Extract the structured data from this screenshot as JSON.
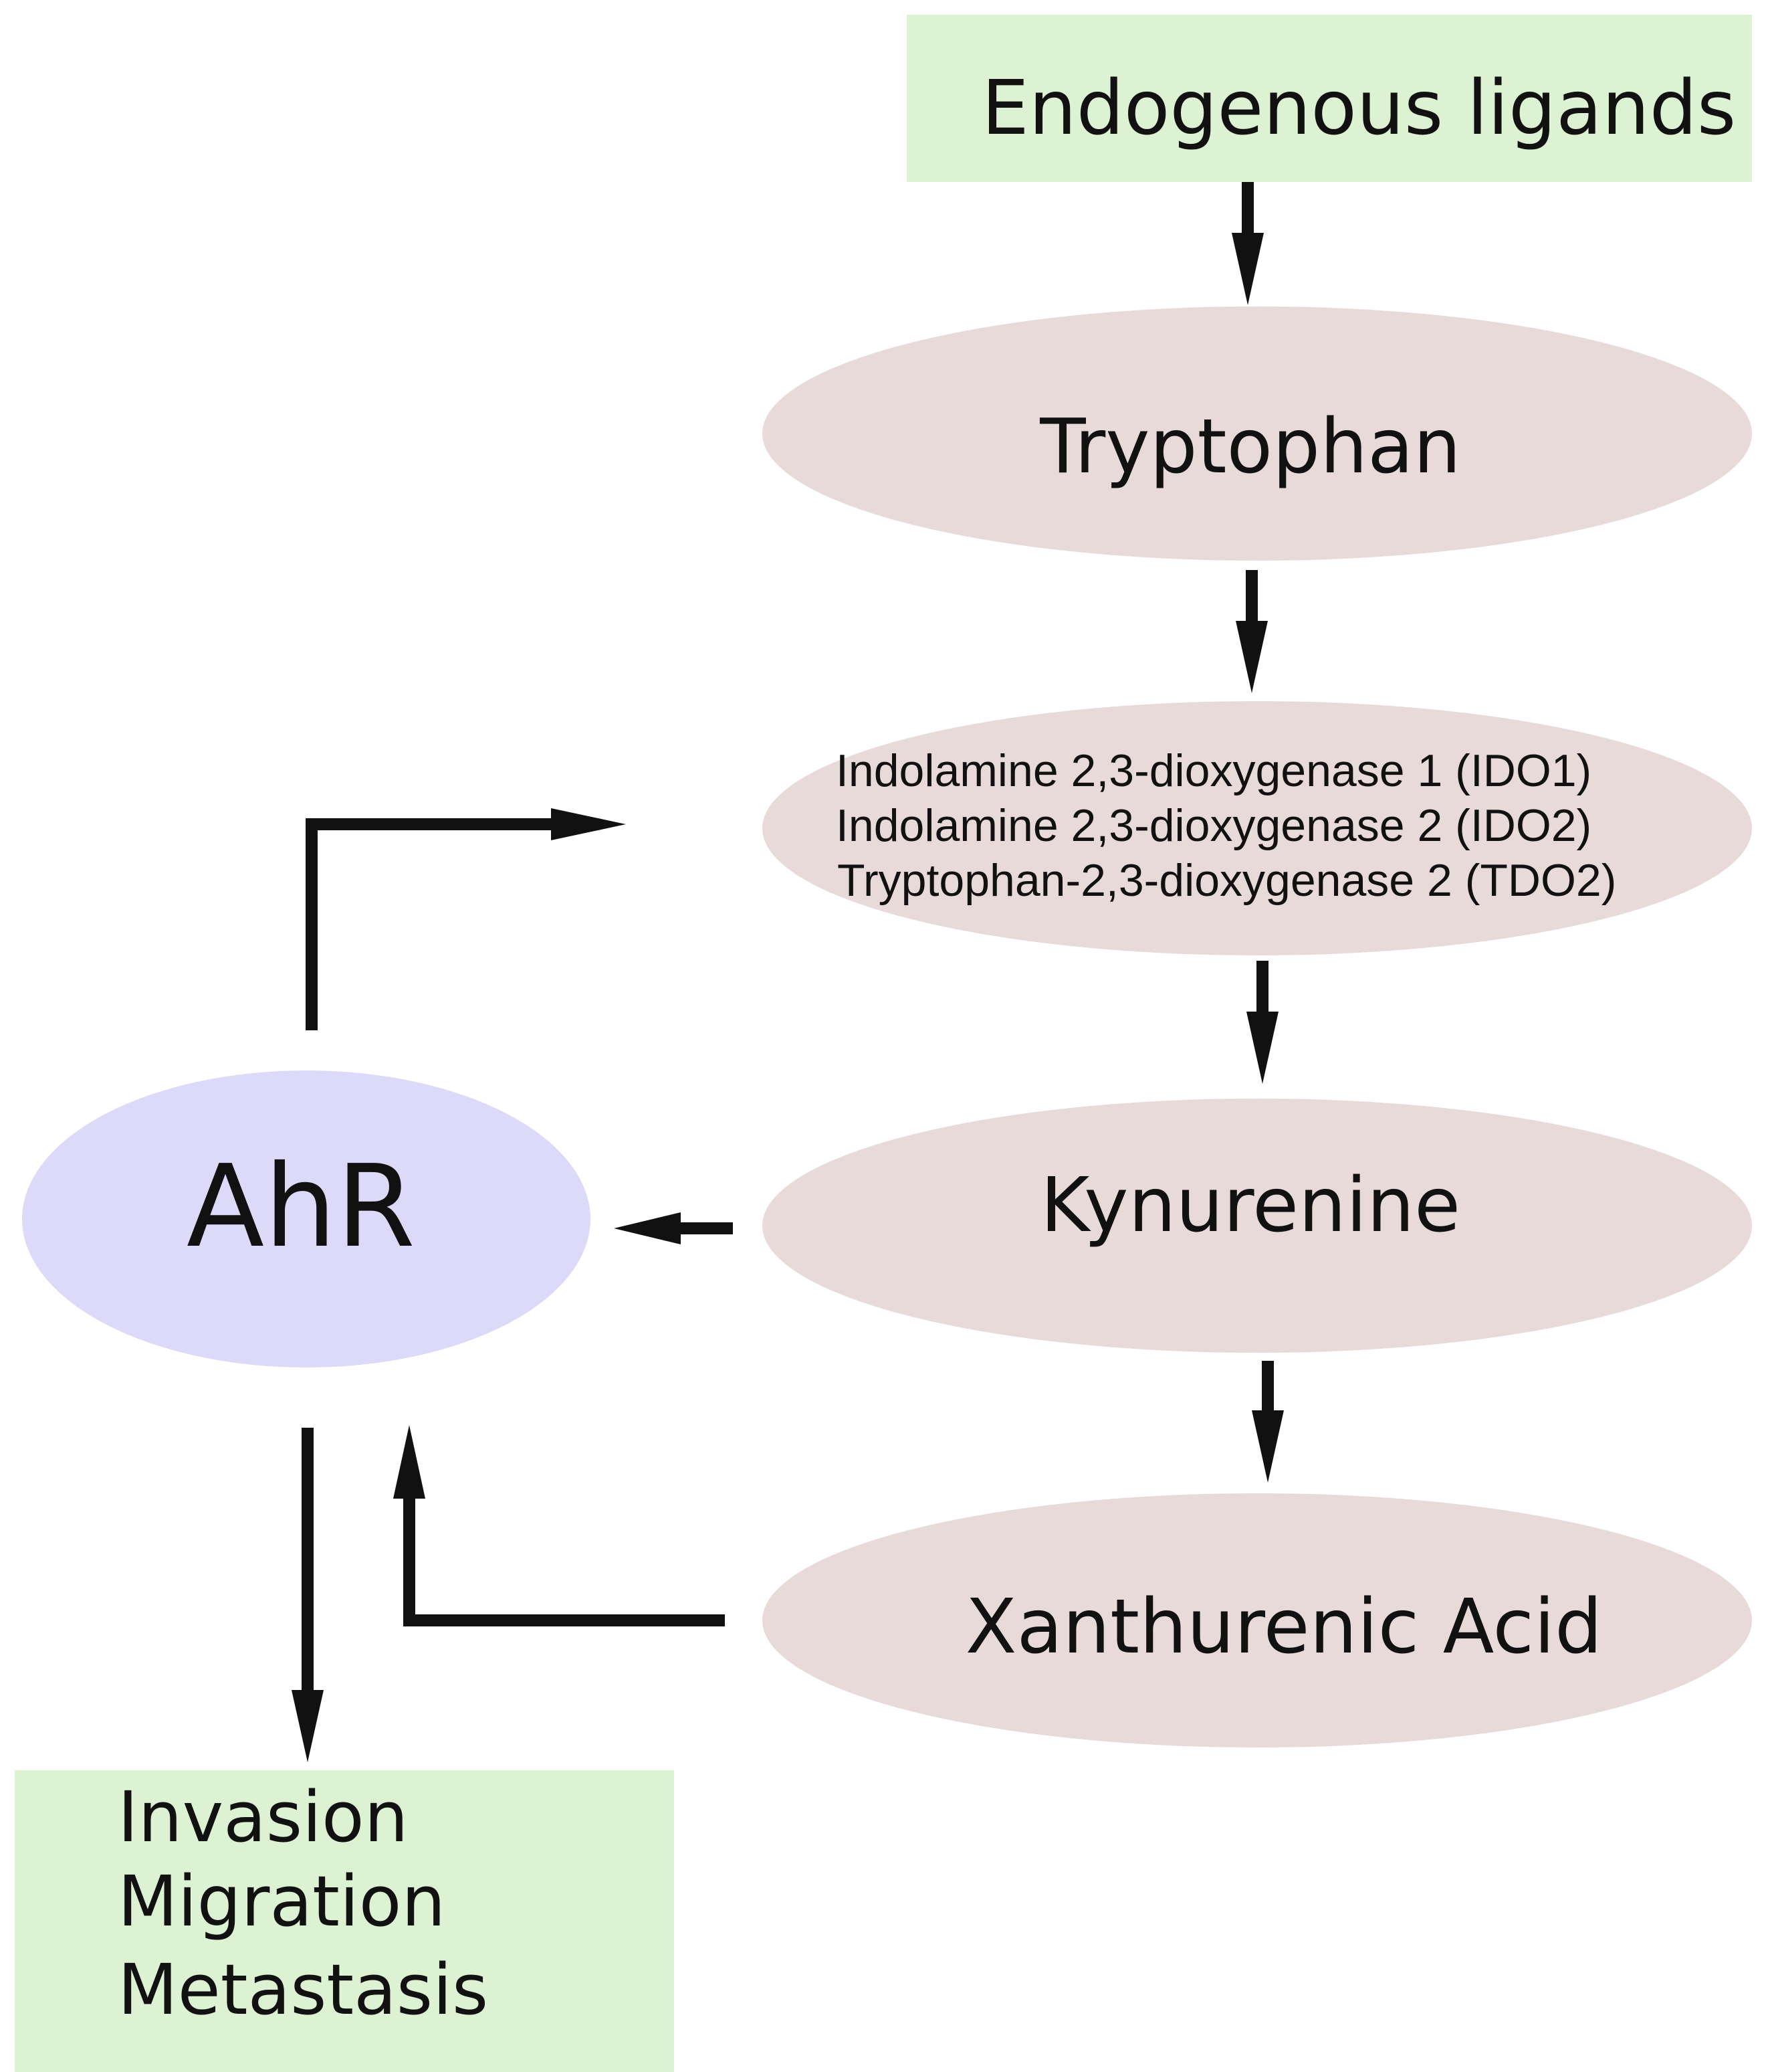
{
  "colors": {
    "ligand_box": "#dcf2d2",
    "metabolite_node": "#e9dada",
    "receptor_node": "#dcd9f9",
    "outcome_box": "#dcf2d2",
    "arrow": "#111111",
    "text": "#111111"
  },
  "nodes": {
    "endogenous_ligands": "Endogenous ligands",
    "tryptophan": "Tryptophan",
    "enzymes": [
      "Indolamine 2,3-dioxygenase 1 (IDO1)",
      "Indolamine 2,3-dioxygenase 2 (IDO2)",
      "Tryptophan-2,3-dioxygenase 2 (TDO2)"
    ],
    "kynurenine": "Kynurenine",
    "xanthurenic_acid": "Xanthurenic Acid",
    "ahr": "AhR",
    "outcomes": [
      "Invasion",
      "Migration",
      "Metastasis"
    ]
  },
  "edges": [
    {
      "from": "Endogenous ligands",
      "to": "Tryptophan"
    },
    {
      "from": "Tryptophan",
      "to": "IDO1/IDO2/TDO2"
    },
    {
      "from": "IDO1/IDO2/TDO2",
      "to": "Kynurenine"
    },
    {
      "from": "Kynurenine",
      "to": "Xanthurenic Acid"
    },
    {
      "from": "Kynurenine",
      "to": "AhR"
    },
    {
      "from": "Xanthurenic Acid",
      "to": "AhR"
    },
    {
      "from": "AhR",
      "to": "IDO1/IDO2/TDO2"
    },
    {
      "from": "AhR",
      "to": "Invasion / Migration / Metastasis"
    }
  ]
}
